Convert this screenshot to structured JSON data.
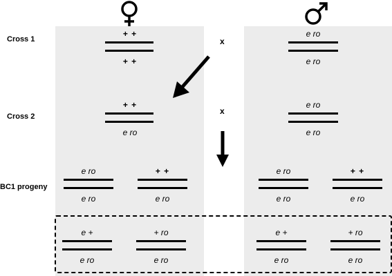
{
  "symbols": {
    "female": "female-symbol",
    "male": "male-symbol"
  },
  "rows": {
    "cross1": "Cross 1",
    "cross2": "Cross 2",
    "bc1": "BC1 progeny"
  },
  "cross_sign": "x",
  "cross1": {
    "female": {
      "top": "+ +",
      "bottom": "+ +"
    },
    "male": {
      "top": "e ro",
      "bottom": "e ro"
    }
  },
  "cross2": {
    "female": {
      "top": "+ +",
      "bottom": "e ro"
    },
    "male": {
      "top": "e ro",
      "bottom": "e ro"
    }
  },
  "bc1_parental": [
    {
      "top": "e ro",
      "bottom": "e ro"
    },
    {
      "top": "+ +",
      "bottom": "e ro"
    },
    {
      "top": "e ro",
      "bottom": "e ro"
    },
    {
      "top": "+ +",
      "bottom": "e ro"
    }
  ],
  "bc1_recombinant": [
    {
      "top": "e +",
      "bottom": "e ro"
    },
    {
      "top": "+ ro",
      "bottom": "e ro"
    },
    {
      "top": "e +",
      "bottom": "e ro"
    },
    {
      "top": "+ ro",
      "bottom": "e ro"
    }
  ],
  "colors": {
    "panel": "#ececec",
    "ink": "#000000"
  }
}
